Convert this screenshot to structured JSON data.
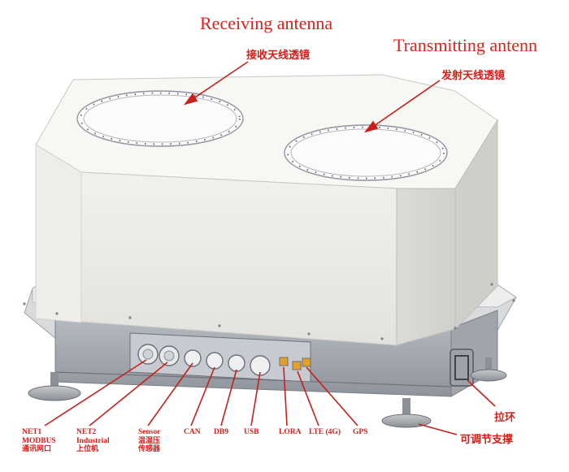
{
  "colors": {
    "label": "#d81c18",
    "arrow": "#c8201b",
    "housing": "#f2f1ec",
    "base": "#a9adb4"
  },
  "titles": {
    "receiving": "Receiving antenna",
    "transmitting": "Transmitting antenn"
  },
  "callouts": {
    "receiving_lens": "接收天线透镜",
    "transmitting_lens": "发射天线透镜",
    "pull_ring": "拉环",
    "adjustable_support": "可调节支撑"
  },
  "ports": [
    {
      "line1": "NET1",
      "line2": "MODBUS",
      "line3": "通讯网口"
    },
    {
      "line1": "NET2",
      "line2": "Industrial",
      "line3": "上位机"
    },
    {
      "line1": "Sensor",
      "line2": "温湿压",
      "line3": "传感器"
    },
    {
      "line1": "CAN",
      "line2": "",
      "line3": ""
    },
    {
      "line1": "DB9",
      "line2": "",
      "line3": ""
    },
    {
      "line1": "USB",
      "line2": "",
      "line3": ""
    },
    {
      "line1": "LORA",
      "line2": "",
      "line3": ""
    },
    {
      "line1": "LTE (4G)",
      "line2": "",
      "line3": ""
    },
    {
      "line1": "GPS",
      "line2": "",
      "line3": ""
    }
  ]
}
